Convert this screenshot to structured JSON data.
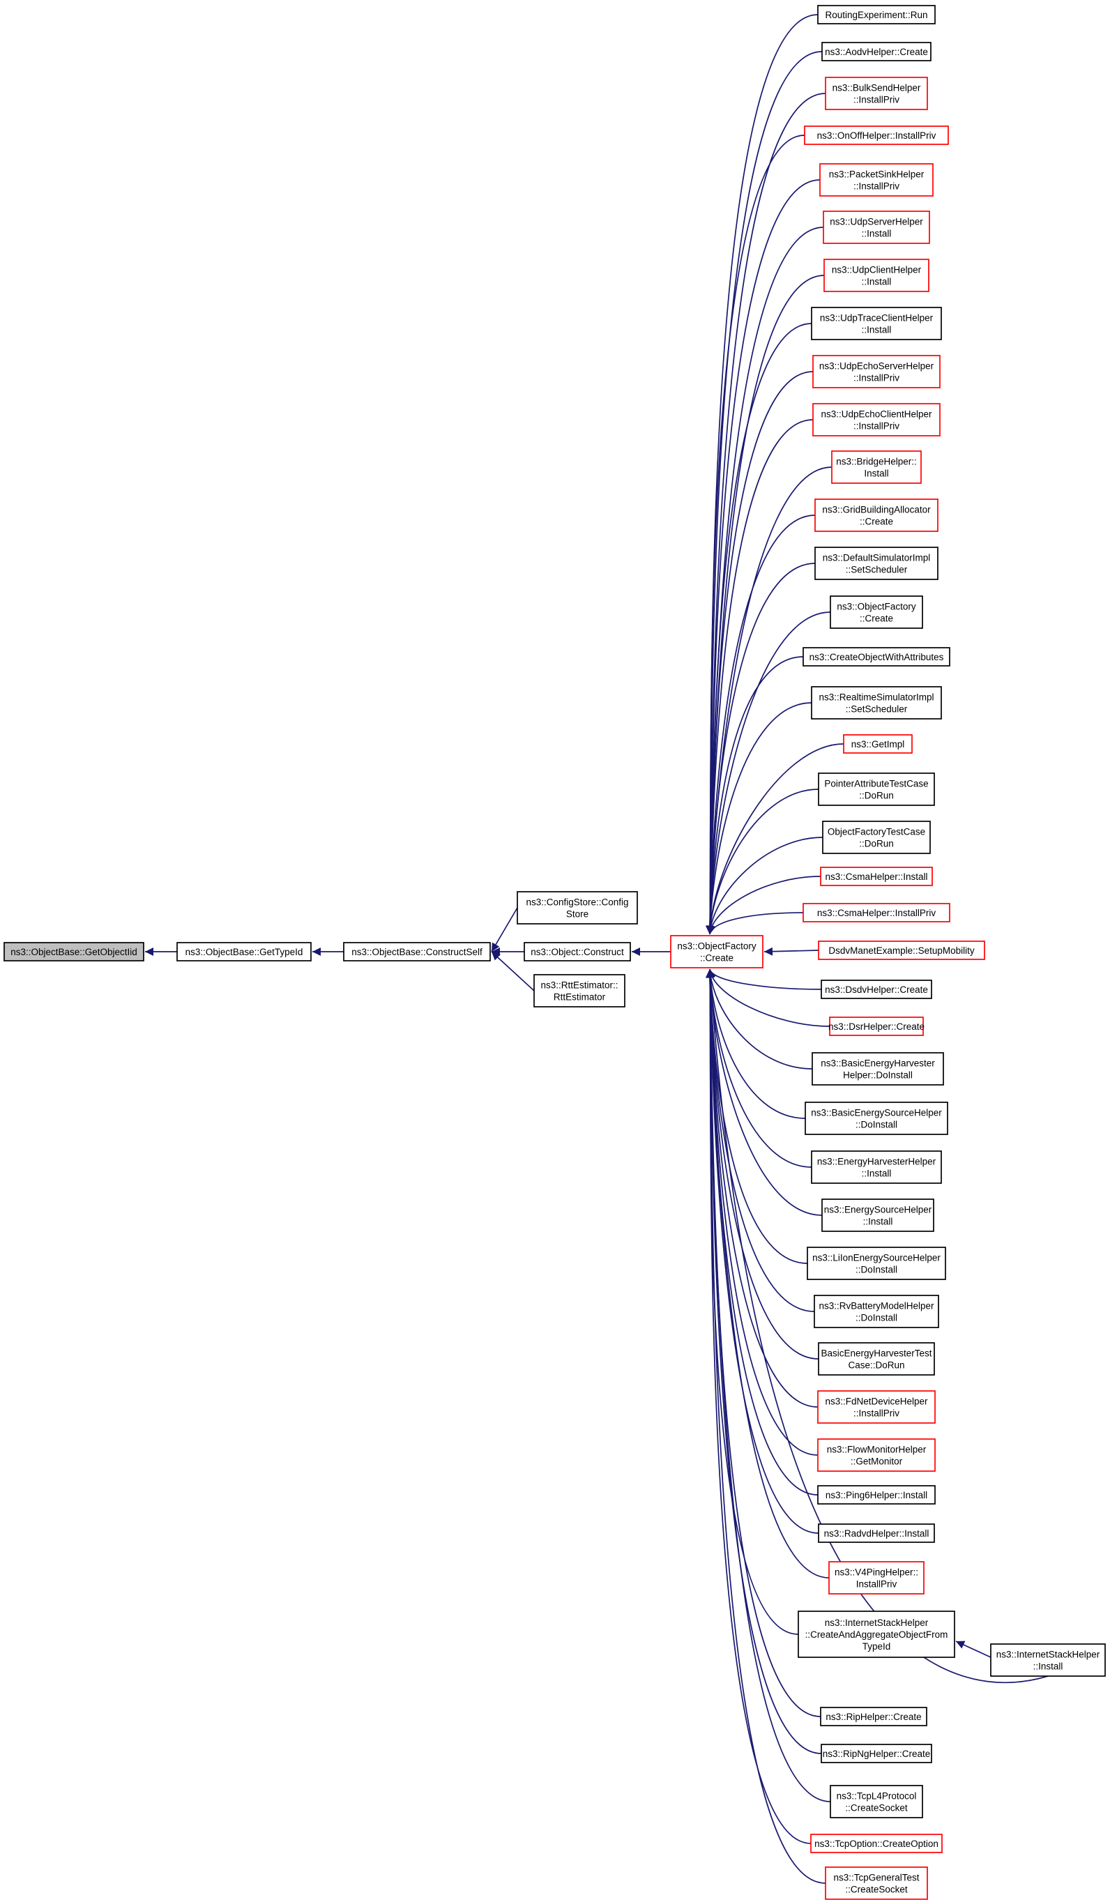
{
  "colors": {
    "edge": "#191970",
    "border_black": "#000000",
    "border_red": "#ff0000",
    "root_fill": "#bfbfbf",
    "node_fill": "#ffffff"
  },
  "nodes": [
    {
      "id": "root",
      "lines": [
        "ns3::ObjectBase::GetObjectIid"
      ],
      "border": "root"
    },
    {
      "id": "gettypeid",
      "lines": [
        "ns3::ObjectBase::GetTypeId"
      ],
      "border": "black"
    },
    {
      "id": "constructself",
      "lines": [
        "ns3::ObjectBase::ConstructSelf"
      ],
      "border": "black"
    },
    {
      "id": "configstore",
      "lines": [
        "ns3::ConfigStore::Config",
        "Store"
      ],
      "border": "black"
    },
    {
      "id": "objconstruct",
      "lines": [
        "ns3::Object::Construct"
      ],
      "border": "black"
    },
    {
      "id": "rttestimator",
      "lines": [
        "ns3::RttEstimator::",
        "RttEstimator"
      ],
      "border": "black"
    },
    {
      "id": "factorycreate",
      "lines": [
        "ns3::ObjectFactory",
        "::Create"
      ],
      "border": "red"
    },
    {
      "id": "c0",
      "lines": [
        "RoutingExperiment::Run"
      ],
      "border": "black"
    },
    {
      "id": "c1",
      "lines": [
        "ns3::AodvHelper::Create"
      ],
      "border": "black"
    },
    {
      "id": "c2",
      "lines": [
        "ns3::BulkSendHelper",
        "::InstallPriv"
      ],
      "border": "red"
    },
    {
      "id": "c3",
      "lines": [
        "ns3::OnOffHelper::InstallPriv"
      ],
      "border": "red"
    },
    {
      "id": "c4",
      "lines": [
        "ns3::PacketSinkHelper",
        "::InstallPriv"
      ],
      "border": "red"
    },
    {
      "id": "c5",
      "lines": [
        "ns3::UdpServerHelper",
        "::Install"
      ],
      "border": "red"
    },
    {
      "id": "c6",
      "lines": [
        "ns3::UdpClientHelper",
        "::Install"
      ],
      "border": "red"
    },
    {
      "id": "c7",
      "lines": [
        "ns3::UdpTraceClientHelper",
        "::Install"
      ],
      "border": "black"
    },
    {
      "id": "c8",
      "lines": [
        "ns3::UdpEchoServerHelper",
        "::InstallPriv"
      ],
      "border": "red"
    },
    {
      "id": "c9",
      "lines": [
        "ns3::UdpEchoClientHelper",
        "::InstallPriv"
      ],
      "border": "red"
    },
    {
      "id": "c10",
      "lines": [
        "ns3::BridgeHelper::",
        "Install"
      ],
      "border": "red"
    },
    {
      "id": "c11",
      "lines": [
        "ns3::GridBuildingAllocator",
        "::Create"
      ],
      "border": "red"
    },
    {
      "id": "c12",
      "lines": [
        "ns3::DefaultSimulatorImpl",
        "::SetScheduler"
      ],
      "border": "black"
    },
    {
      "id": "c13",
      "lines": [
        "ns3::ObjectFactory",
        "::Create"
      ],
      "border": "black"
    },
    {
      "id": "c14",
      "lines": [
        "ns3::CreateObjectWithAttributes"
      ],
      "border": "black"
    },
    {
      "id": "c15",
      "lines": [
        "ns3::RealtimeSimulatorImpl",
        "::SetScheduler"
      ],
      "border": "black"
    },
    {
      "id": "c16",
      "lines": [
        "ns3::GetImpl"
      ],
      "border": "red"
    },
    {
      "id": "c17",
      "lines": [
        "PointerAttributeTestCase",
        "::DoRun"
      ],
      "border": "black"
    },
    {
      "id": "c18",
      "lines": [
        "ObjectFactoryTestCase",
        "::DoRun"
      ],
      "border": "black"
    },
    {
      "id": "c19",
      "lines": [
        "ns3::CsmaHelper::Install"
      ],
      "border": "red"
    },
    {
      "id": "c20",
      "lines": [
        "ns3::CsmaHelper::InstallPriv"
      ],
      "border": "red"
    },
    {
      "id": "c21",
      "lines": [
        "DsdvManetExample::SetupMobility"
      ],
      "border": "red"
    },
    {
      "id": "c22",
      "lines": [
        "ns3::DsdvHelper::Create"
      ],
      "border": "black"
    },
    {
      "id": "c23",
      "lines": [
        "ns3::DsrHelper::Create"
      ],
      "border": "red"
    },
    {
      "id": "c24",
      "lines": [
        "ns3::BasicEnergyHarvester",
        "Helper::DoInstall"
      ],
      "border": "black"
    },
    {
      "id": "c25",
      "lines": [
        "ns3::BasicEnergySourceHelper",
        "::DoInstall"
      ],
      "border": "black"
    },
    {
      "id": "c26",
      "lines": [
        "ns3::EnergyHarvesterHelper",
        "::Install"
      ],
      "border": "black"
    },
    {
      "id": "c27",
      "lines": [
        "ns3::EnergySourceHelper",
        "::Install"
      ],
      "border": "black"
    },
    {
      "id": "c28",
      "lines": [
        "ns3::LiIonEnergySourceHelper",
        "::DoInstall"
      ],
      "border": "black"
    },
    {
      "id": "c29",
      "lines": [
        "ns3::RvBatteryModelHelper",
        "::DoInstall"
      ],
      "border": "black"
    },
    {
      "id": "c30",
      "lines": [
        "BasicEnergyHarvesterTest",
        "Case::DoRun"
      ],
      "border": "black"
    },
    {
      "id": "c31",
      "lines": [
        "ns3::FdNetDeviceHelper",
        "::InstallPriv"
      ],
      "border": "red"
    },
    {
      "id": "c32",
      "lines": [
        "ns3::FlowMonitorHelper",
        "::GetMonitor"
      ],
      "border": "red"
    },
    {
      "id": "c33",
      "lines": [
        "ns3::Ping6Helper::Install"
      ],
      "border": "black"
    },
    {
      "id": "c34",
      "lines": [
        "ns3::RadvdHelper::Install"
      ],
      "border": "black"
    },
    {
      "id": "c35",
      "lines": [
        "ns3::V4PingHelper::",
        "InstallPriv"
      ],
      "border": "red"
    },
    {
      "id": "c36",
      "lines": [
        "ns3::InternetStackHelper",
        "::CreateAndAggregateObjectFrom",
        "TypeId"
      ],
      "border": "black"
    },
    {
      "id": "ish",
      "lines": [
        "ns3::InternetStackHelper",
        "::Install"
      ],
      "border": "black"
    },
    {
      "id": "c37",
      "lines": [
        "ns3::RipHelper::Create"
      ],
      "border": "black"
    },
    {
      "id": "c38",
      "lines": [
        "ns3::RipNgHelper::Create"
      ],
      "border": "black"
    },
    {
      "id": "c39",
      "lines": [
        "ns3::TcpL4Protocol",
        "::CreateSocket"
      ],
      "border": "black"
    },
    {
      "id": "c40",
      "lines": [
        "ns3::TcpOption::CreateOption"
      ],
      "border": "red"
    },
    {
      "id": "c41",
      "lines": [
        "ns3::TcpGeneralTest",
        "::CreateSocket"
      ],
      "border": "red"
    }
  ],
  "edges": [
    {
      "from": "gettypeid",
      "to": "root"
    },
    {
      "from": "constructself",
      "to": "gettypeid"
    },
    {
      "from": "configstore",
      "to": "constructself"
    },
    {
      "from": "objconstruct",
      "to": "constructself"
    },
    {
      "from": "rttestimator",
      "to": "constructself"
    },
    {
      "from": "factorycreate",
      "to": "objconstruct"
    },
    {
      "from": "c0",
      "to": "factorycreate"
    },
    {
      "from": "c1",
      "to": "factorycreate"
    },
    {
      "from": "c2",
      "to": "factorycreate"
    },
    {
      "from": "c3",
      "to": "factorycreate"
    },
    {
      "from": "c4",
      "to": "factorycreate"
    },
    {
      "from": "c5",
      "to": "factorycreate"
    },
    {
      "from": "c6",
      "to": "factorycreate"
    },
    {
      "from": "c7",
      "to": "factorycreate"
    },
    {
      "from": "c8",
      "to": "factorycreate"
    },
    {
      "from": "c9",
      "to": "factorycreate"
    },
    {
      "from": "c10",
      "to": "factorycreate"
    },
    {
      "from": "c11",
      "to": "factorycreate"
    },
    {
      "from": "c12",
      "to": "factorycreate"
    },
    {
      "from": "c13",
      "to": "factorycreate"
    },
    {
      "from": "c14",
      "to": "factorycreate"
    },
    {
      "from": "c15",
      "to": "factorycreate"
    },
    {
      "from": "c16",
      "to": "factorycreate"
    },
    {
      "from": "c17",
      "to": "factorycreate"
    },
    {
      "from": "c18",
      "to": "factorycreate"
    },
    {
      "from": "c19",
      "to": "factorycreate"
    },
    {
      "from": "c20",
      "to": "factorycreate"
    },
    {
      "from": "c21",
      "to": "factorycreate"
    },
    {
      "from": "c22",
      "to": "factorycreate"
    },
    {
      "from": "c23",
      "to": "factorycreate"
    },
    {
      "from": "c24",
      "to": "factorycreate"
    },
    {
      "from": "c25",
      "to": "factorycreate"
    },
    {
      "from": "c26",
      "to": "factorycreate"
    },
    {
      "from": "c27",
      "to": "factorycreate"
    },
    {
      "from": "c28",
      "to": "factorycreate"
    },
    {
      "from": "c29",
      "to": "factorycreate"
    },
    {
      "from": "c30",
      "to": "factorycreate"
    },
    {
      "from": "c31",
      "to": "factorycreate"
    },
    {
      "from": "c32",
      "to": "factorycreate"
    },
    {
      "from": "c33",
      "to": "factorycreate"
    },
    {
      "from": "c34",
      "to": "factorycreate"
    },
    {
      "from": "c35",
      "to": "factorycreate"
    },
    {
      "from": "c36",
      "to": "factorycreate"
    },
    {
      "from": "ish",
      "to": "factorycreate"
    },
    {
      "from": "ish",
      "to": "c36"
    },
    {
      "from": "c37",
      "to": "factorycreate"
    },
    {
      "from": "c38",
      "to": "factorycreate"
    },
    {
      "from": "c39",
      "to": "factorycreate"
    },
    {
      "from": "c40",
      "to": "factorycreate"
    },
    {
      "from": "c41",
      "to": "factorycreate"
    }
  ]
}
